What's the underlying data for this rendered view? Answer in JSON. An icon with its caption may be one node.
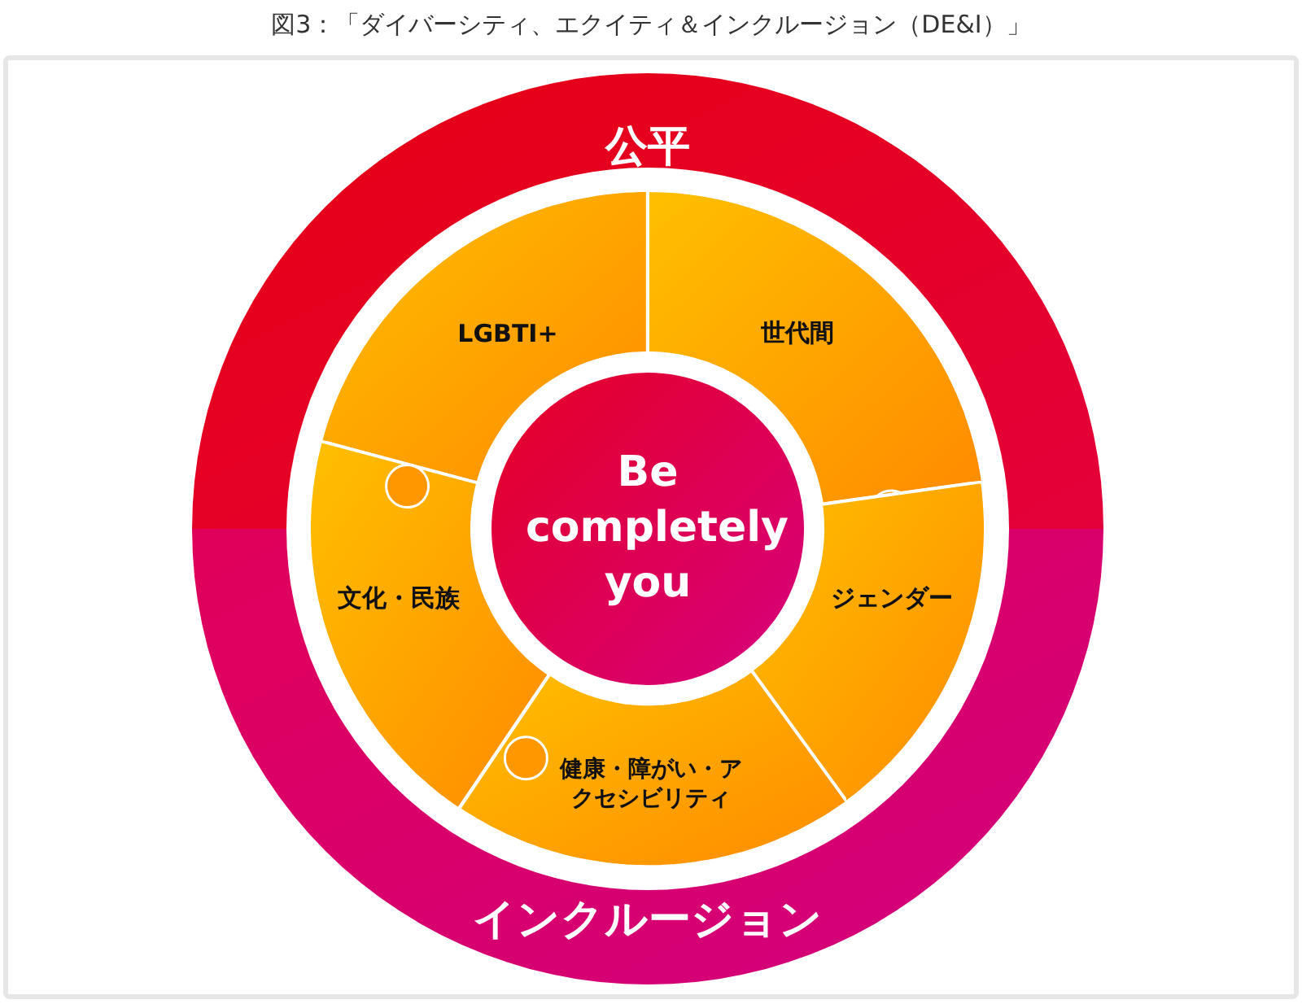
{
  "diagram": {
    "title": "図3：「ダイバーシティ、エクイティ＆インクルージョン（DE&I）」",
    "nodes": [
      {
        "text": [
          "公平"
        ]
      },
      {
        "text": [
          "インクルージョン"
        ]
      },
      {
        "text": [
          "LGBTI+"
        ]
      },
      {
        "text": [
          "世代間"
        ]
      },
      {
        "text": [
          "文化・民族"
        ]
      },
      {
        "text": [
          "ジェンダー"
        ]
      },
      {
        "text": [
          "健康・障がい・アクセシビリティ"
        ]
      },
      {
        "text": [
          "Be completely you"
        ]
      }
    ],
    "edges": []
  }
}
